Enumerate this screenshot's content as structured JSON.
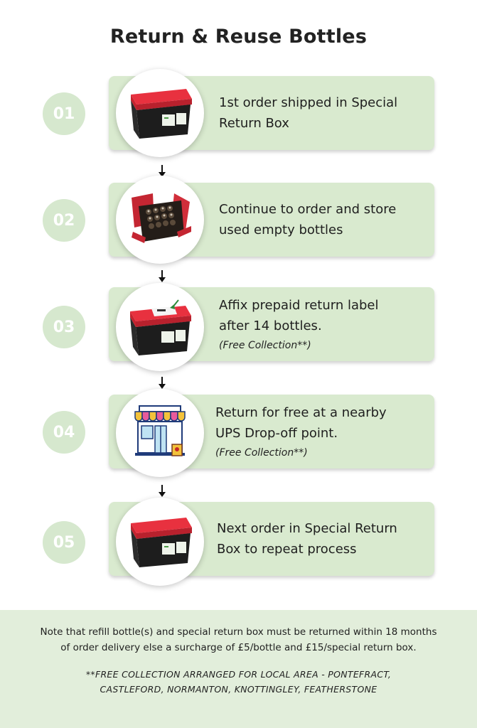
{
  "page": {
    "title": "Return & Reuse Bottles"
  },
  "colors": {
    "card_bg": "#d9eacf",
    "number_badge_bg": "#d6e8ce",
    "footer_bg": "#e2eedb",
    "box_red": "#e8313f",
    "box_black": "#1d1d1d"
  },
  "steps": [
    {
      "number": "01",
      "icon": "return-box-icon",
      "lines": [
        "1st order shipped in Special",
        "Return Box"
      ],
      "note": ""
    },
    {
      "number": "02",
      "icon": "open-box-bottles-icon",
      "lines": [
        "Continue to order and store",
        "used empty bottles"
      ],
      "note": ""
    },
    {
      "number": "03",
      "icon": "labelled-box-icon",
      "lines": [
        "Affix prepaid return label",
        "after 14 bottles."
      ],
      "note": "(Free Collection**)"
    },
    {
      "number": "04",
      "icon": "storefront-icon",
      "lines": [
        "Return for free at a nearby",
        "UPS Drop-off point."
      ],
      "note": "(Free Collection**)"
    },
    {
      "number": "05",
      "icon": "return-box-icon",
      "lines": [
        "Next order in Special Return",
        "Box to repeat process"
      ],
      "note": ""
    }
  ],
  "footer": {
    "note_line1": "Note that refill bottle(s) and special return box must be returned within 18 months",
    "note_line2": "of order delivery else a surcharge of £5/bottle and £15/special return box.",
    "collection_line1": "**FREE COLLECTION ARRANGED FOR LOCAL AREA - PONTEFRACT,",
    "collection_line2": "CASTLEFORD, NORMANTON, KNOTTINGLEY, FEATHERSTONE"
  }
}
